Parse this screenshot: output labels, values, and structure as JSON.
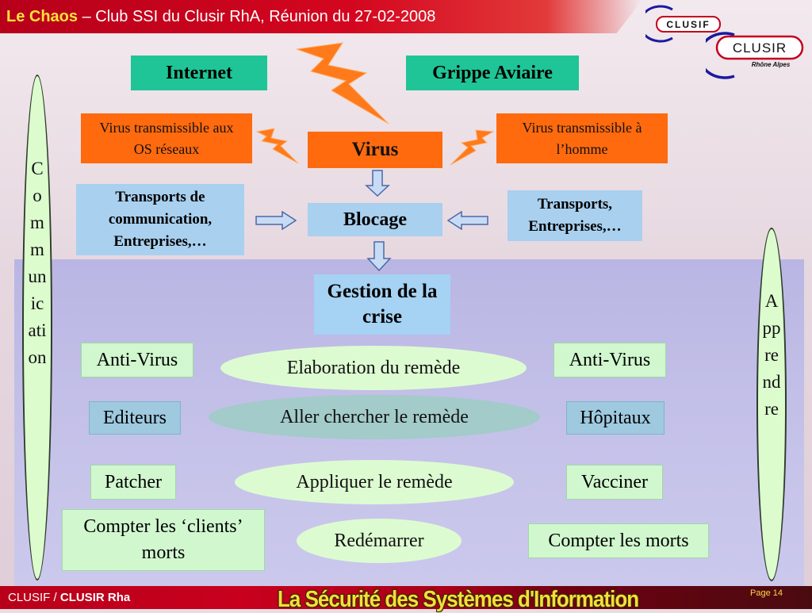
{
  "header": {
    "title_strong": "Le Chaos",
    "title_rest": " – Club SSI du Clusir RhA, Réunion du 27-02-2008"
  },
  "logos": {
    "small": "CLUSIF",
    "big": "CLUSIR",
    "big_sub": "Rhône Alpes"
  },
  "top": {
    "internet": "Internet",
    "grippe": "Grippe Aviaire",
    "virus_left": "Virus transmissible aux OS réseaux",
    "virus": "Virus",
    "virus_right": "Virus transmissible à l’homme",
    "transports_left": "Transports de communication, Entreprises,…",
    "blocage": "Blocage",
    "transports_right": "Transports, Entreprises,…",
    "gestion": "Gestion de la crise"
  },
  "left_col": [
    "Anti-Virus",
    "Editeurs",
    "Patcher",
    "Compter les ‘clients’ morts"
  ],
  "center_col": [
    "Elaboration du remède",
    "Aller chercher le remède",
    "Appliquer le remède",
    "Redémarrer"
  ],
  "right_col": [
    "Anti-Virus",
    "Hôpitaux",
    "Vacciner",
    "Compter les morts"
  ],
  "side": {
    "left": "Communication",
    "right": "Apprendre"
  },
  "footer": {
    "left_normal": "CLUSIF / ",
    "left_bold": "CLUSIR Rha",
    "center": "La Sécurité des Systèmes d'Information",
    "page": "Page 14"
  },
  "colors": {
    "header_red": "#c4001c",
    "accent_yellow": "#ffe23a",
    "box_green": "#1fc596",
    "box_orange": "#ff6a0e",
    "box_blue": "#a9d0ef",
    "box_light_green": "#d1f7cf",
    "panel_lilac": "#c3c0e8"
  }
}
